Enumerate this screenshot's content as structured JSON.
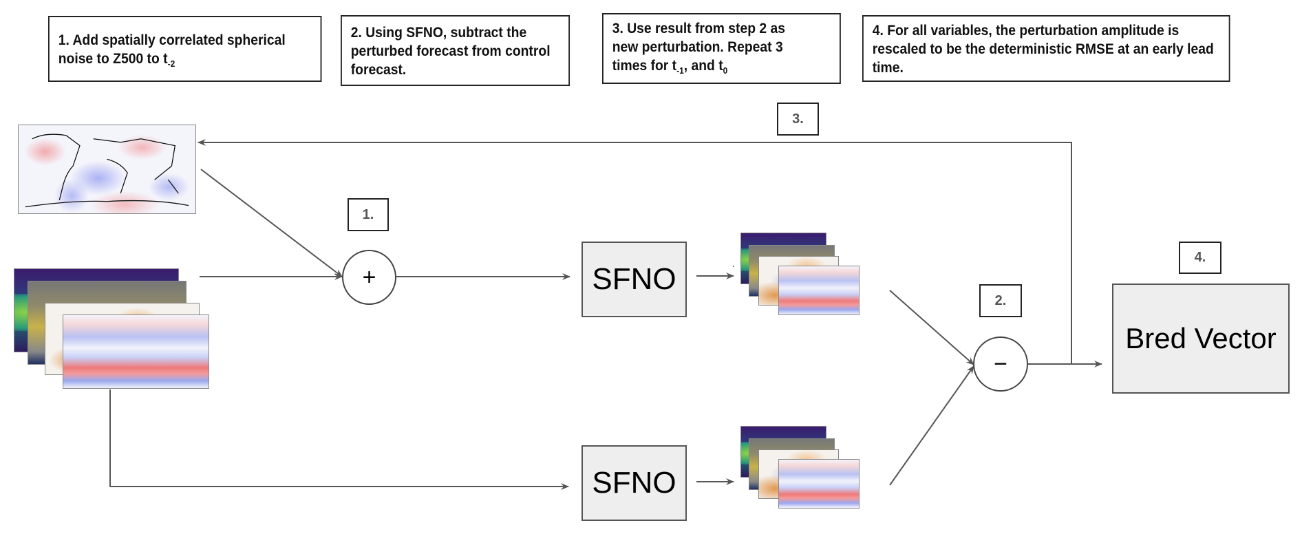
{
  "notes": [
    {
      "step": "1",
      "text": "1. Add spatially correlated spherical noise to Z500 to t",
      "subscript": "-2"
    },
    {
      "step": "2",
      "text": "2. Using SFNO, subtract the perturbed forecast from control forecast."
    },
    {
      "step": "3",
      "line1": "3. Use result from step 2 as",
      "line2": "new perturbation.  Repeat 3",
      "line3_pre": "times for t",
      "sub1": "-1",
      "line3_mid": ", and t",
      "sub2": "0"
    },
    {
      "step": "4",
      "text": "4. For all variables, the perturbation amplitude is rescaled to be the deterministic RMSE at an early lead time."
    }
  ],
  "tags": {
    "t1": "1.",
    "t2": "2.",
    "t3": "3.",
    "t4": "4."
  },
  "blocks": {
    "sfno_top": "SFNO",
    "sfno_bottom": "SFNO",
    "bred_vector": "Bred Vector"
  },
  "operators": {
    "add": "+",
    "subtract": "−"
  },
  "colors": {
    "line": "#555555",
    "block_fill": "#eeeeee",
    "border": "#222222"
  }
}
